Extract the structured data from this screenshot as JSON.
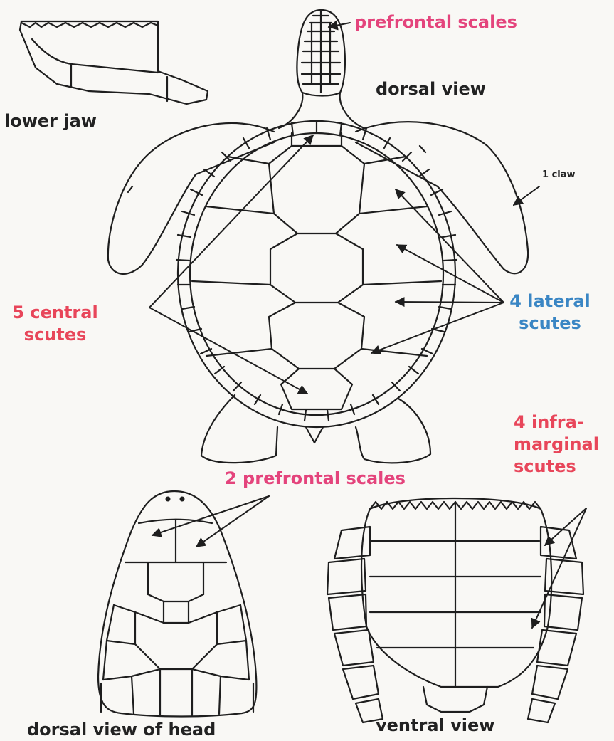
{
  "colors": {
    "background": "#f9f8f5",
    "line": "#1e1e1e",
    "label_red": "#e8465a",
    "label_pink": "#e4447c",
    "label_blue": "#3a86c4",
    "label_dark": "#222222"
  },
  "labels": {
    "prefrontal_scales": "prefrontal scales",
    "dorsal_view": "dorsal view",
    "lower_jaw": "lower jaw",
    "one_claw": "1 claw",
    "central_scutes_line1": "5 central",
    "central_scutes_line2": "scutes",
    "lateral_scutes_line1": "4 lateral",
    "lateral_scutes_line2": "scutes",
    "inframarginal_line1": "4 infra-",
    "inframarginal_line2": "marginal",
    "inframarginal_line3": "scutes",
    "two_prefrontal_scales": "2 prefrontal scales",
    "dorsal_view_of_head": "dorsal view of head",
    "ventral_view": "ventral view"
  }
}
